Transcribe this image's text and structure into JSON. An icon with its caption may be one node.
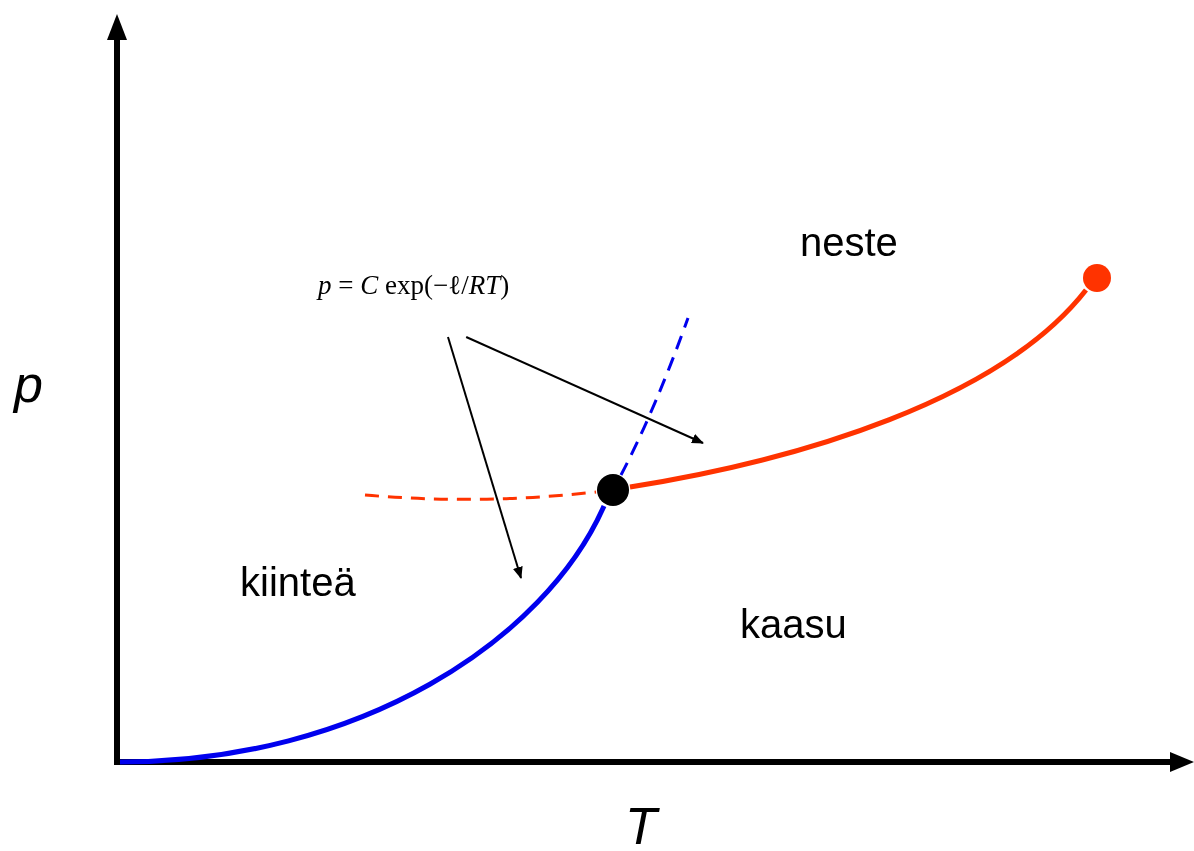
{
  "diagram": {
    "nodes": [
      {
        "text": [
          "*p* = *C* exp(−ℓ/*RT*)"
        ]
      },
      {
        "text": [],
        "shape": "curve"
      },
      {
        "text": [],
        "shape": "curve"
      }
    ],
    "edges": [
      {
        "from": 0,
        "to": 1,
        "arrow": "to"
      },
      {
        "from": 0,
        "to": 2,
        "arrow": "to"
      }
    ],
    "labels": [
      "neste",
      "p",
      "kiinteä",
      "kaasu",
      "T"
    ]
  }
}
